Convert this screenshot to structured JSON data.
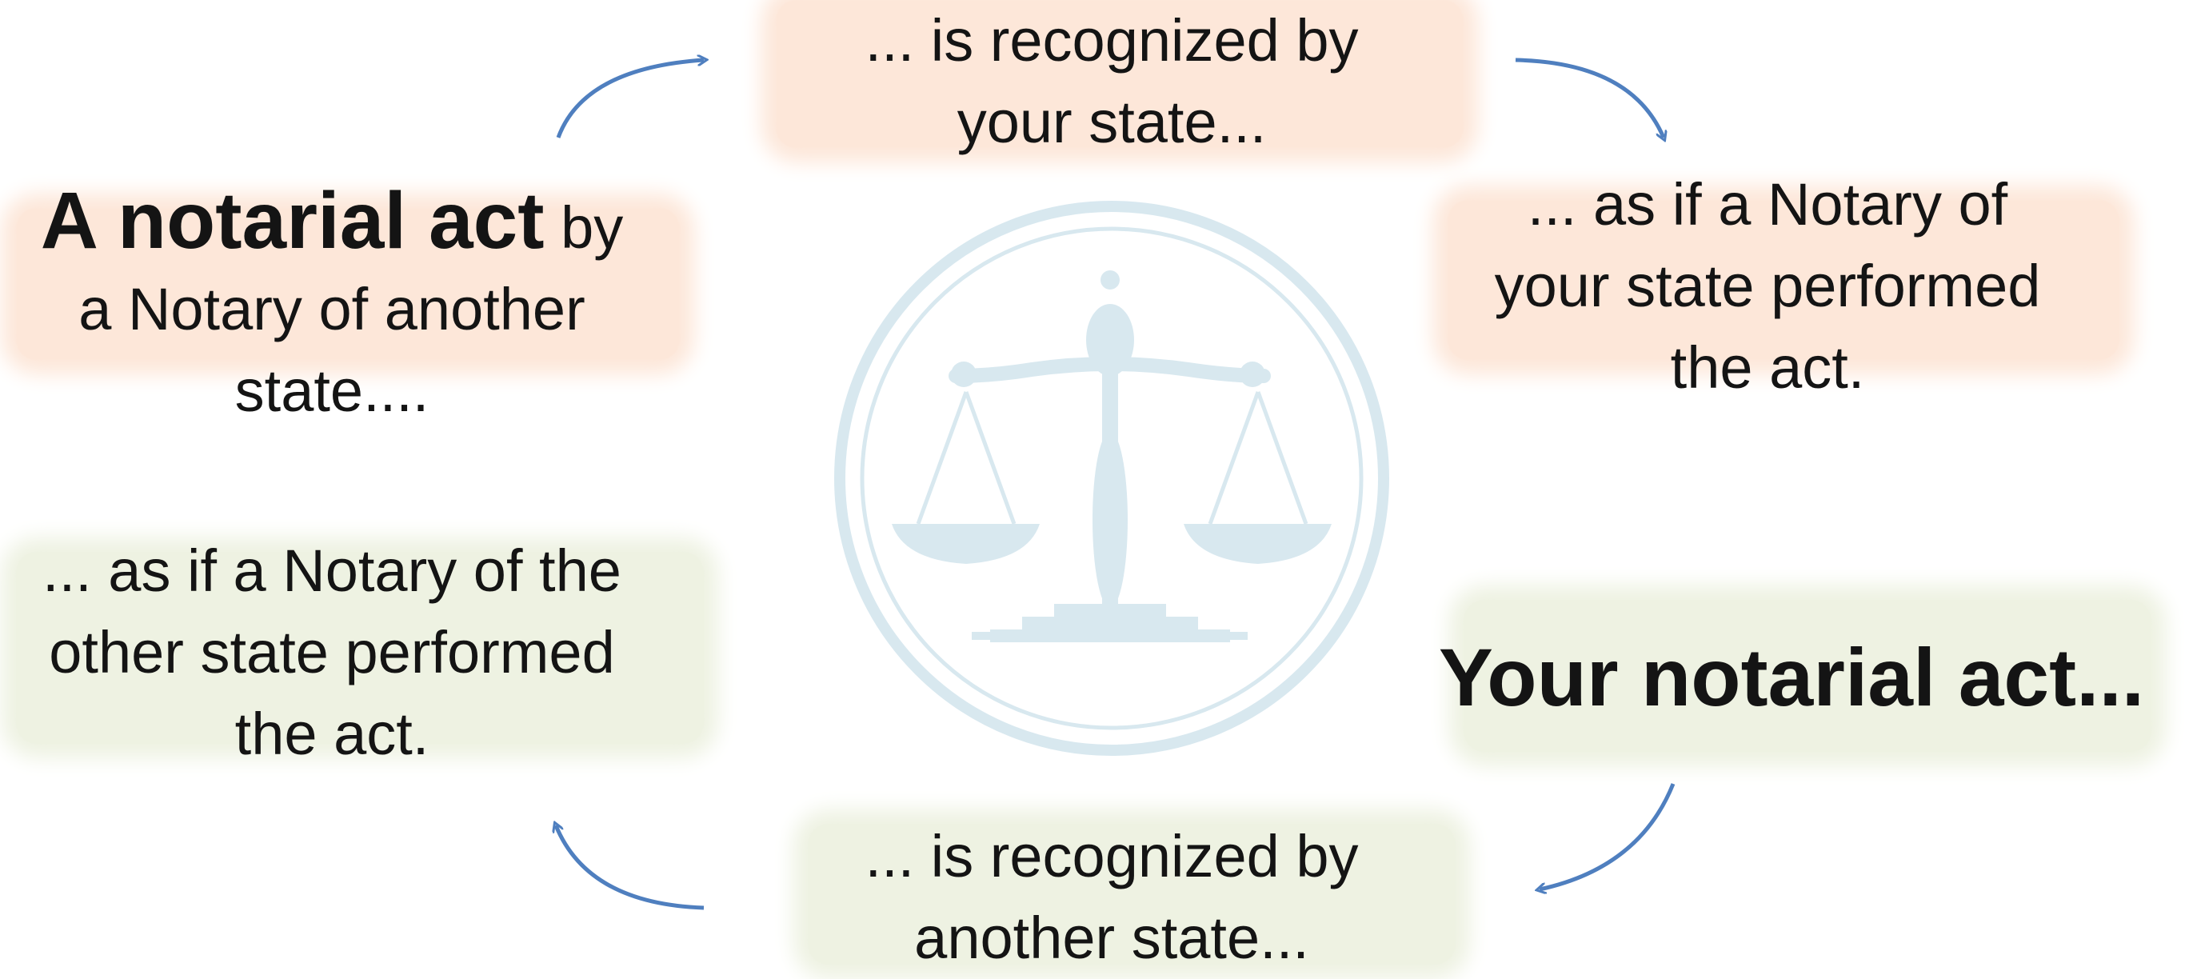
{
  "nodes": {
    "top_center": {
      "line1": "... is recognized by",
      "line2": "your state..."
    },
    "top_right": {
      "line1": "... as if a Notary of",
      "line2": "your state performed",
      "line3": "the act."
    },
    "top_left": {
      "emphasis": "A notarial act",
      "line1_rest": " by",
      "line2": "a Notary of another",
      "line3": "state...."
    },
    "bottom_right": {
      "line1": "Your notarial act..."
    },
    "bottom_center": {
      "line1": "... is recognized by",
      "line2": "another state..."
    },
    "bottom_left": {
      "line1": "... as if a Notary of the",
      "line2": "other state performed",
      "line3": "the act."
    }
  },
  "colors": {
    "orange_box": "#fde7d9",
    "green_box": "#eef2e2",
    "arrow": "#4f7fbf",
    "seal": "#d4e6ee"
  },
  "icons": {
    "center": "scales-of-justice-seal-icon"
  }
}
